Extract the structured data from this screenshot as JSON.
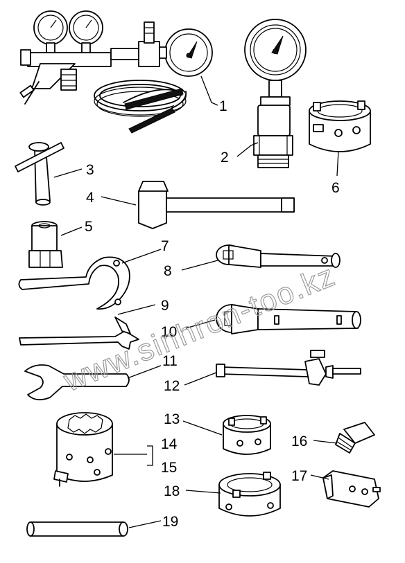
{
  "watermark": "www.sinhron-too.kz",
  "callouts": {
    "c1": "1",
    "c2": "2",
    "c3": "3",
    "c4": "4",
    "c5": "5",
    "c6": "6",
    "c7": "7",
    "c8": "8",
    "c9": "9",
    "c10": "10",
    "c11": "11",
    "c12": "12",
    "c13": "13",
    "c14": "14",
    "c15": "15",
    "c16": "16",
    "c17": "17",
    "c18": "18",
    "c19": "19"
  },
  "colors": {
    "ink": "#000000",
    "paper": "#ffffff",
    "watermark": "#9a9a9a"
  }
}
